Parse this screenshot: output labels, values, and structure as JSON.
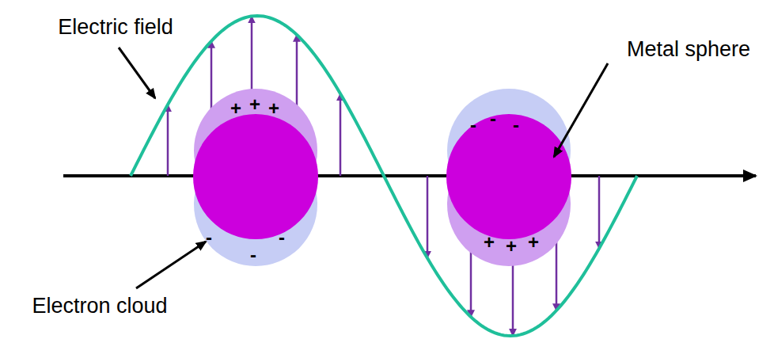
{
  "diagram": {
    "labels": [
      "Electric field",
      "Metal sphere",
      "Electron cloud",
      "+",
      "+",
      "+",
      "-",
      "-",
      "-",
      "-",
      "-",
      "-",
      "+",
      "+",
      "+"
    ]
  }
}
